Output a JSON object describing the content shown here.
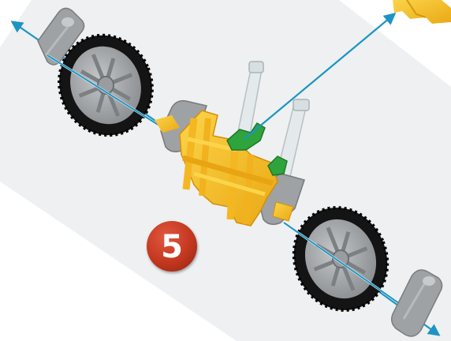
{
  "step": {
    "number": "5"
  },
  "colors": {
    "background": "#ffffff",
    "backdrop": "#eef0f1",
    "arrow": "#1d94c3",
    "connector_yellow": "#f9c62a",
    "connector_yellow_dark": "#e2a20f",
    "gray_piece": "#9fa2a5",
    "tire": "#141414",
    "hub": "#a9acaf",
    "green": "#2fa33c",
    "clear_rod": "#e4eaec",
    "badge_red": "#c3371f"
  },
  "parts": [
    {
      "name": "gray-spacer",
      "count": 4
    },
    {
      "name": "wheel-with-tire",
      "count": 2
    },
    {
      "name": "yellow-connector-frame",
      "count": 1
    },
    {
      "name": "clear-rod",
      "count": 2
    },
    {
      "name": "green-connector",
      "count": 2
    }
  ]
}
